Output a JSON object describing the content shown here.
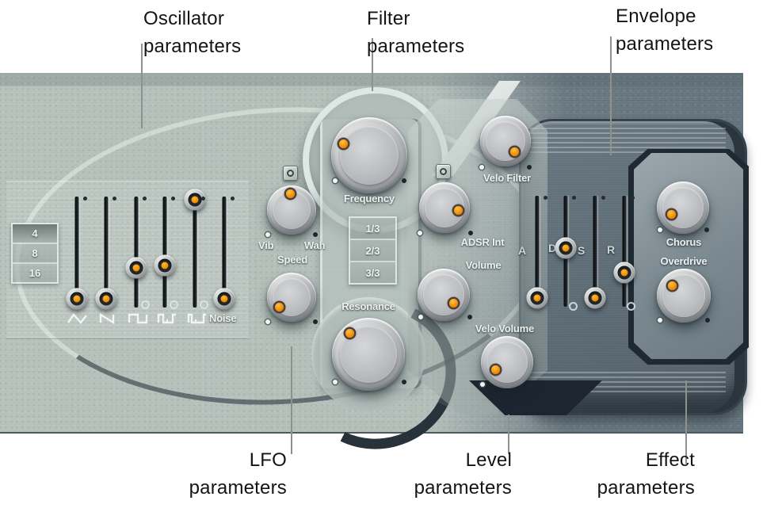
{
  "callouts": {
    "oscillator": {
      "line1": "Oscillator",
      "line2": "parameters"
    },
    "filter": {
      "line1": "Filter",
      "line2": "parameters"
    },
    "envelope": {
      "line1": "Envelope",
      "line2": "parameters"
    },
    "lfo": {
      "line1": "LFO",
      "line2": "parameters"
    },
    "level": {
      "line1": "Level",
      "line2": "parameters"
    },
    "effect": {
      "line1": "Effect",
      "line2": "parameters"
    }
  },
  "oscillator": {
    "octave_buttons": [
      {
        "label": "4",
        "active": true
      },
      {
        "label": "8",
        "active": false
      },
      {
        "label": "16",
        "active": false
      }
    ],
    "noise_label": "Noise"
  },
  "lfo": {
    "vib_label": "Vib",
    "wah_label": "Wah",
    "speed_label": "Speed"
  },
  "filter": {
    "frequency_label": "Frequency",
    "resonance_label": "Resonance",
    "slope_buttons": [
      {
        "label": "1/3"
      },
      {
        "label": "2/3"
      },
      {
        "label": "3/3"
      }
    ]
  },
  "level": {
    "velo_filter_label": "Velo Filter",
    "adsr_int_label": "ADSR Int",
    "volume_label": "Volume",
    "velo_volume_label": "Velo Volume"
  },
  "envelope": {
    "slider_labels": [
      {
        "label": "A"
      },
      {
        "label": "D"
      },
      {
        "label": "S"
      },
      {
        "label": "R"
      }
    ]
  },
  "effects": {
    "chorus_label": "Chorus",
    "overdrive_label": "Overdrive"
  },
  "colors": {
    "accent_orange": "#f28c00",
    "panel_light": "#b4bfba",
    "panel_dark": "#64747c",
    "callout_line": "#8d918f"
  }
}
